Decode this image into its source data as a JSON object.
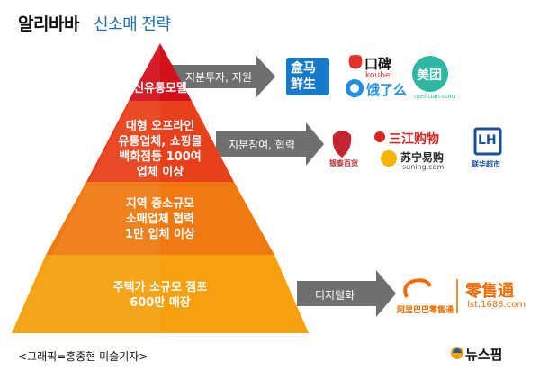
{
  "header": {
    "title_main": "알리바바",
    "title_sub": "신소매 전략"
  },
  "pyramid": {
    "tiers": [
      {
        "lines": [
          "신유통모델"
        ],
        "color": "#d4101c"
      },
      {
        "lines": [
          "대형 오프라인",
          "유통업체, 쇼핑몰",
          "백화점등 100여",
          "업체 이상"
        ],
        "color": "#e8401a"
      },
      {
        "lines": [
          "지역 중소규모",
          "소매업체 협력",
          "1만 업체 이상"
        ],
        "color": "#f07a12"
      },
      {
        "lines": [
          "주택가 소규모 점포",
          "600만 매장"
        ],
        "color": "#f5a00c"
      }
    ]
  },
  "arrows": [
    {
      "label": "지분투자, 지원"
    },
    {
      "label": "지분참여, 협력"
    },
    {
      "label": "디지털화"
    }
  ],
  "logos": {
    "hema": {
      "line1": "盒马",
      "line2": "鲜生",
      "color": "#1679c9"
    },
    "koubei": {
      "main": "口碑",
      "sub": "koubei",
      "color": "#e4322b"
    },
    "meituan": {
      "main": "美团",
      "sub": "meituan.com",
      "color": "#2fb7a3"
    },
    "eleme": {
      "main": "饿了么",
      "color": "#1f8fe6"
    },
    "sanjiang": {
      "main": "三江购物",
      "color": "#d9261c"
    },
    "suning": {
      "main": "苏宁易购",
      "sub": "suning.com",
      "color": "#2a2a2a",
      "accent": "#f5b400"
    },
    "yintai": {
      "main": "银泰百货",
      "color": "#c3262f"
    },
    "lianhua": {
      "mark": "LH",
      "main": "联华超市",
      "color": "#1a4f9c"
    },
    "alibaba_lst": {
      "main": "阿里巴巴零售通",
      "cn_brand": "零售通",
      "url": "lst.1688.com",
      "color": "#ef6a00"
    }
  },
  "footer": {
    "credit": "<그래픽=홍종현 미술기자>",
    "brand": "뉴스핌"
  }
}
